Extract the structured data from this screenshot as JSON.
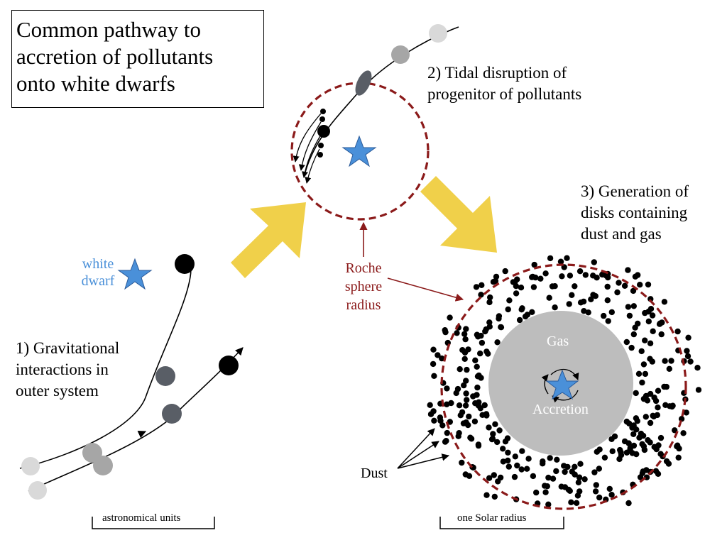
{
  "title": {
    "lines": [
      "Common pathway to",
      "accretion of pollutants",
      "onto white dwarfs"
    ]
  },
  "step1": {
    "lines": [
      "1) Gravitational",
      "interactions in",
      "outer system"
    ]
  },
  "step2": {
    "lines": [
      "2) Tidal disruption of",
      "progenitor of pollutants"
    ]
  },
  "step3": {
    "lines": [
      "3) Generation of",
      "disks containing",
      "dust and gas"
    ]
  },
  "white_dwarf_label": {
    "lines": [
      "white",
      "dwarf"
    ]
  },
  "roche_label": {
    "lines": [
      "Roche",
      "sphere",
      "radius"
    ]
  },
  "gas_label": "Gas",
  "accretion_label": "Accretion",
  "dust_label": "Dust",
  "scale_left": "astronomical units",
  "scale_right": "one Solar radius",
  "colors": {
    "star": "#4a90d9",
    "arrow": "#f0d04a",
    "roche": "#8b1a1a",
    "gas": "#bdbdbd"
  }
}
